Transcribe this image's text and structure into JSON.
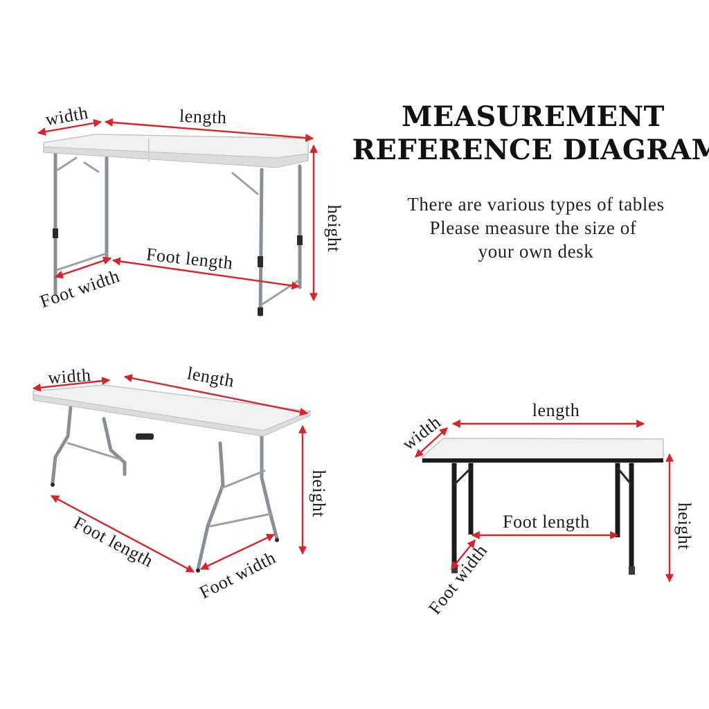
{
  "title": {
    "line1": "MEASUREMENT",
    "line2": "REFERENCE DIAGRAM"
  },
  "note": {
    "line1": "There are various types of tables",
    "line2": "Please measure the size of",
    "line3": "your own desk"
  },
  "colors": {
    "arrow": "#d8232a",
    "tabletop": "#f1f1f1",
    "metal_leg": "#8a8f96",
    "black_leg": "#1c1c1c"
  },
  "tables": [
    {
      "name": "adjustable-folding-table",
      "labels": {
        "width": "width",
        "length": "length",
        "height": "height",
        "foot_length": "Foot length",
        "foot_width": "Foot width"
      }
    },
    {
      "name": "fold-in-half-table",
      "labels": {
        "width": "width",
        "length": "length",
        "height": "height",
        "foot_length": "Foot length",
        "foot_width": "Foot width"
      }
    },
    {
      "name": "black-leg-table",
      "labels": {
        "width": "width",
        "length": "length",
        "height": "height",
        "foot_length": "Foot length",
        "foot_width": "Foot width"
      }
    }
  ]
}
